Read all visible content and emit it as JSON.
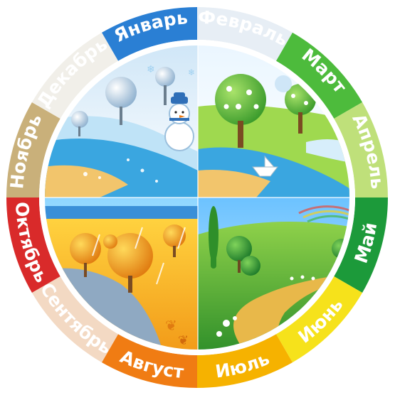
{
  "months": [
    {
      "label": "Январь",
      "color": "#2a7fd4",
      "text": "#ffffff"
    },
    {
      "label": "Февраль",
      "color": "#e7eef5",
      "text": "#2b5fae"
    },
    {
      "label": "Март",
      "color": "#4dbb3c",
      "text": "#ffffff"
    },
    {
      "label": "Апрель",
      "color": "#bfe07a",
      "text": "#2a7a1a"
    },
    {
      "label": "Май",
      "color": "#1c9a3a",
      "text": "#ffffff"
    },
    {
      "label": "Июнь",
      "color": "#f6e21b",
      "text": "#c0392b"
    },
    {
      "label": "Июль",
      "color": "#f6b200",
      "text": "#ffffff"
    },
    {
      "label": "Август",
      "color": "#f07c13",
      "text": "#ffffff"
    },
    {
      "label": "Сентябрь",
      "color": "#f3d9c3",
      "text": "#c0392b"
    },
    {
      "label": "Октябрь",
      "color": "#d92a2a",
      "text": "#ffffff"
    },
    {
      "label": "Ноябрь",
      "color": "#c9b07a",
      "text": "#ffffff"
    },
    {
      "label": "Декабрь",
      "color": "#f1efe9",
      "text": "#2a2a2a"
    }
  ],
  "seasons": [
    {
      "name": "winter-scene"
    },
    {
      "name": "spring-scene"
    },
    {
      "name": "summer-scene"
    },
    {
      "name": "autumn-scene"
    }
  ]
}
